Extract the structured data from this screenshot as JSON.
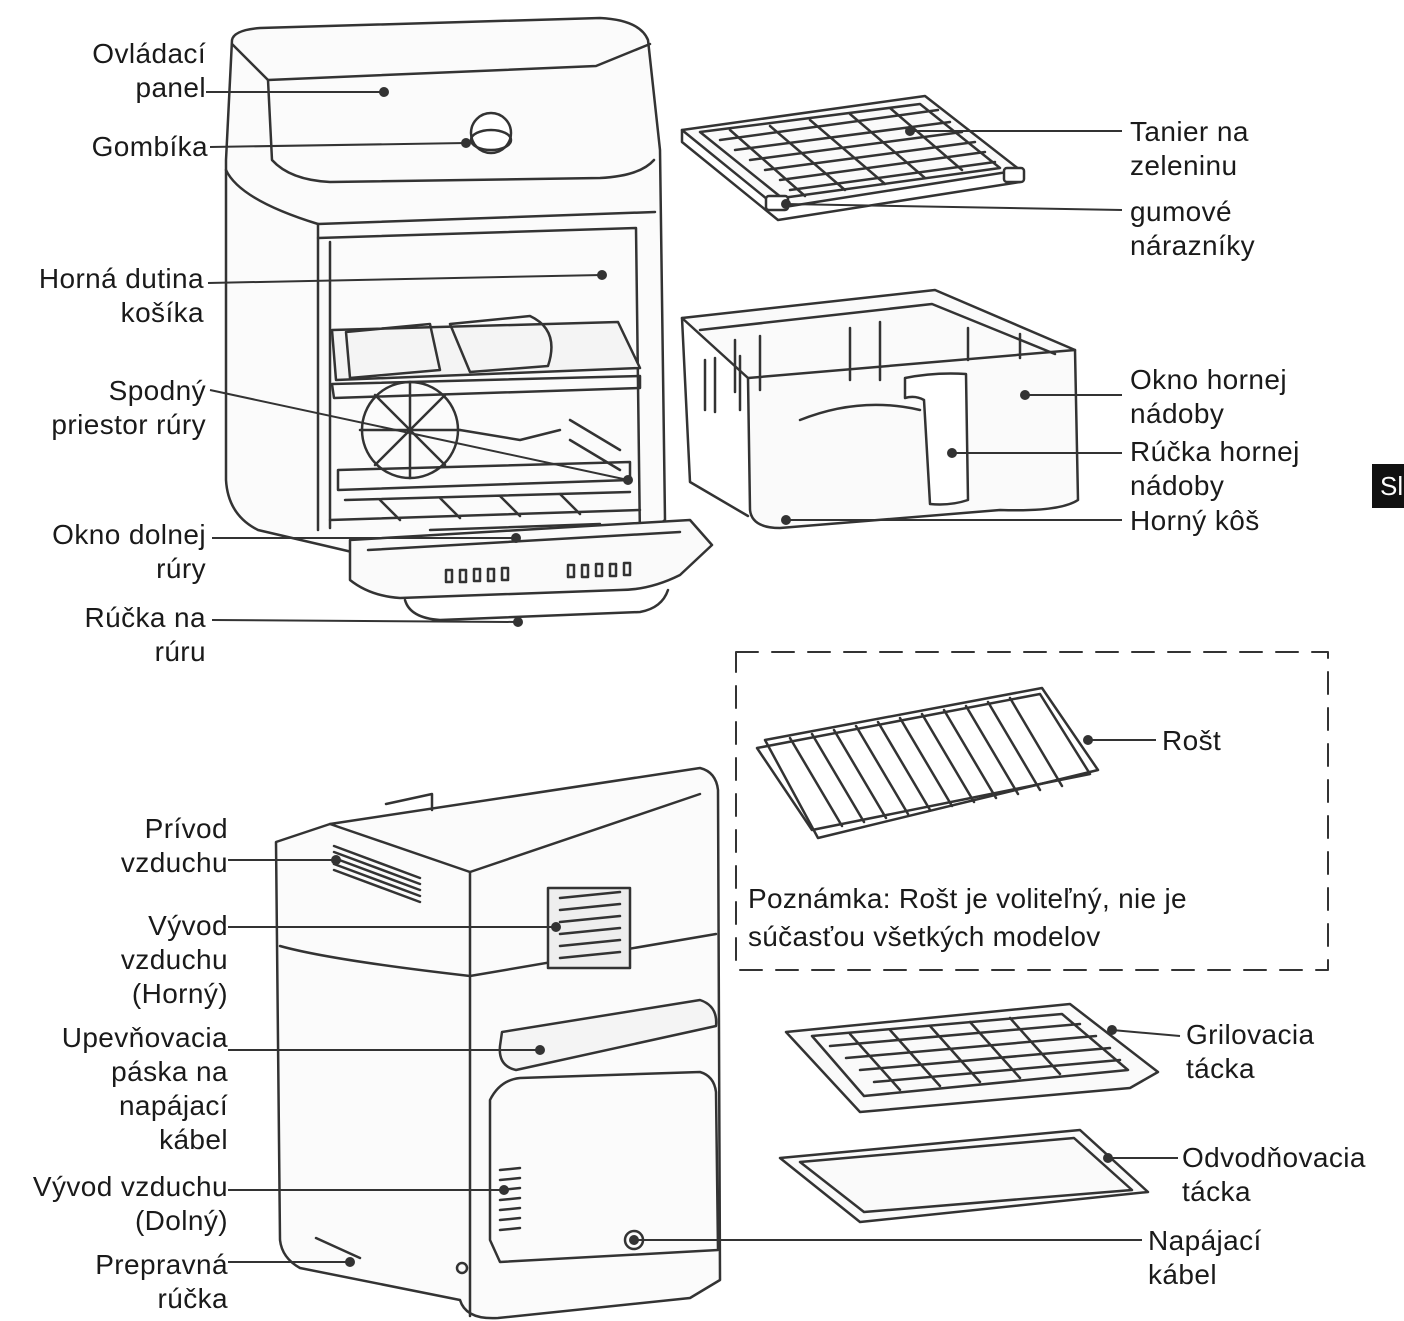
{
  "labels": {
    "ovladaci_panel": [
      "Ovládací",
      "panel"
    ],
    "gombika": [
      "Gombíka"
    ],
    "horna_dutina": [
      "Horná dutina",
      "košíka"
    ],
    "spodny_priestor": [
      "Spodný",
      "priestor rúry"
    ],
    "okno_dolnej": [
      "Okno dolnej",
      "rúry"
    ],
    "rucka_na_ruru": [
      "Rúčka na",
      "rúru"
    ],
    "tanier": [
      "Tanier na",
      "zeleninu"
    ],
    "gumove": [
      "gumové",
      "nárazníky"
    ],
    "okno_hornej": [
      "Okno hornej",
      "nádoby"
    ],
    "rucka_hornej": [
      "Rúčka hornej",
      "nádoby"
    ],
    "horny_kos": [
      "Horný kôš"
    ],
    "rost": [
      "Rošt"
    ],
    "privod": [
      "Prívod",
      "vzduchu"
    ],
    "vyvod_horny": [
      "Vývod",
      "vzduchu",
      "(Horný)"
    ],
    "upevnovacia": [
      "Upevňovacia",
      "páska na",
      "napájací",
      "kábel"
    ],
    "vyvod_dolny": [
      "Vývod vzduchu",
      "(Dolný)"
    ],
    "prepravna": [
      "Prepravná",
      "rúčka"
    ],
    "grilovacia": [
      "Grilovacia",
      "tácka"
    ],
    "odvodnovacia": [
      "Odvodňovacia",
      "tácka"
    ],
    "napajaci": [
      "Napájací",
      "kábel"
    ]
  },
  "note": [
    "Poznámka: Rošt je voliteľný, nie je",
    "súčasťou všetkých modelov"
  ],
  "side_tab": "Sl"
}
